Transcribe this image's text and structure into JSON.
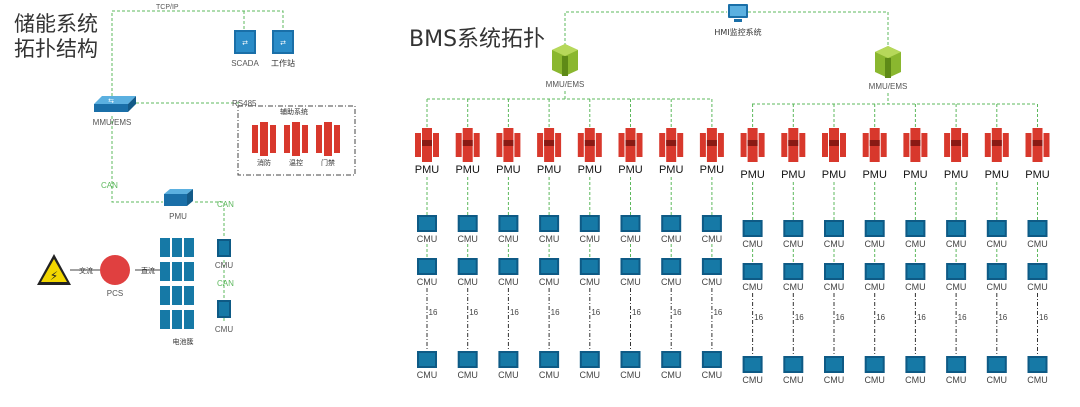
{
  "left": {
    "title_line1": "储能系统",
    "title_line2": "拓扑结构",
    "labels": {
      "tcpip": "TCP/IP",
      "scada": "SCADA",
      "workstation": "工作站",
      "mmu_ems": "MMU/EMS",
      "rs485": "RS485",
      "aux_system": "辅助系统",
      "fire": "消防",
      "hvac": "温控",
      "door": "门禁",
      "can_a": "CAN",
      "can_b": "CAN",
      "can_c": "CAN",
      "pmu": "PMU",
      "ac": "交流",
      "dc": "直流",
      "pcs": "PCS",
      "battery": "电池簇",
      "cmu_top": "CMU",
      "cmu_bottom": "CMU"
    }
  },
  "right": {
    "title": "BMS系统拓扑",
    "hmi_label": "HMI监控系统",
    "mmu_label": "MMU/EMS",
    "pmu_label": "PMU",
    "cmu_label": "CMU",
    "count_label": "16",
    "pmu_count": 16
  },
  "colors": {
    "link_green": "#5cb85c",
    "link_grey": "#999999",
    "pmu_red": "#d8382c",
    "mmu_green": "#8ab72f",
    "cmu_blue": "#1679a6",
    "pcs_red": "#e04040"
  }
}
